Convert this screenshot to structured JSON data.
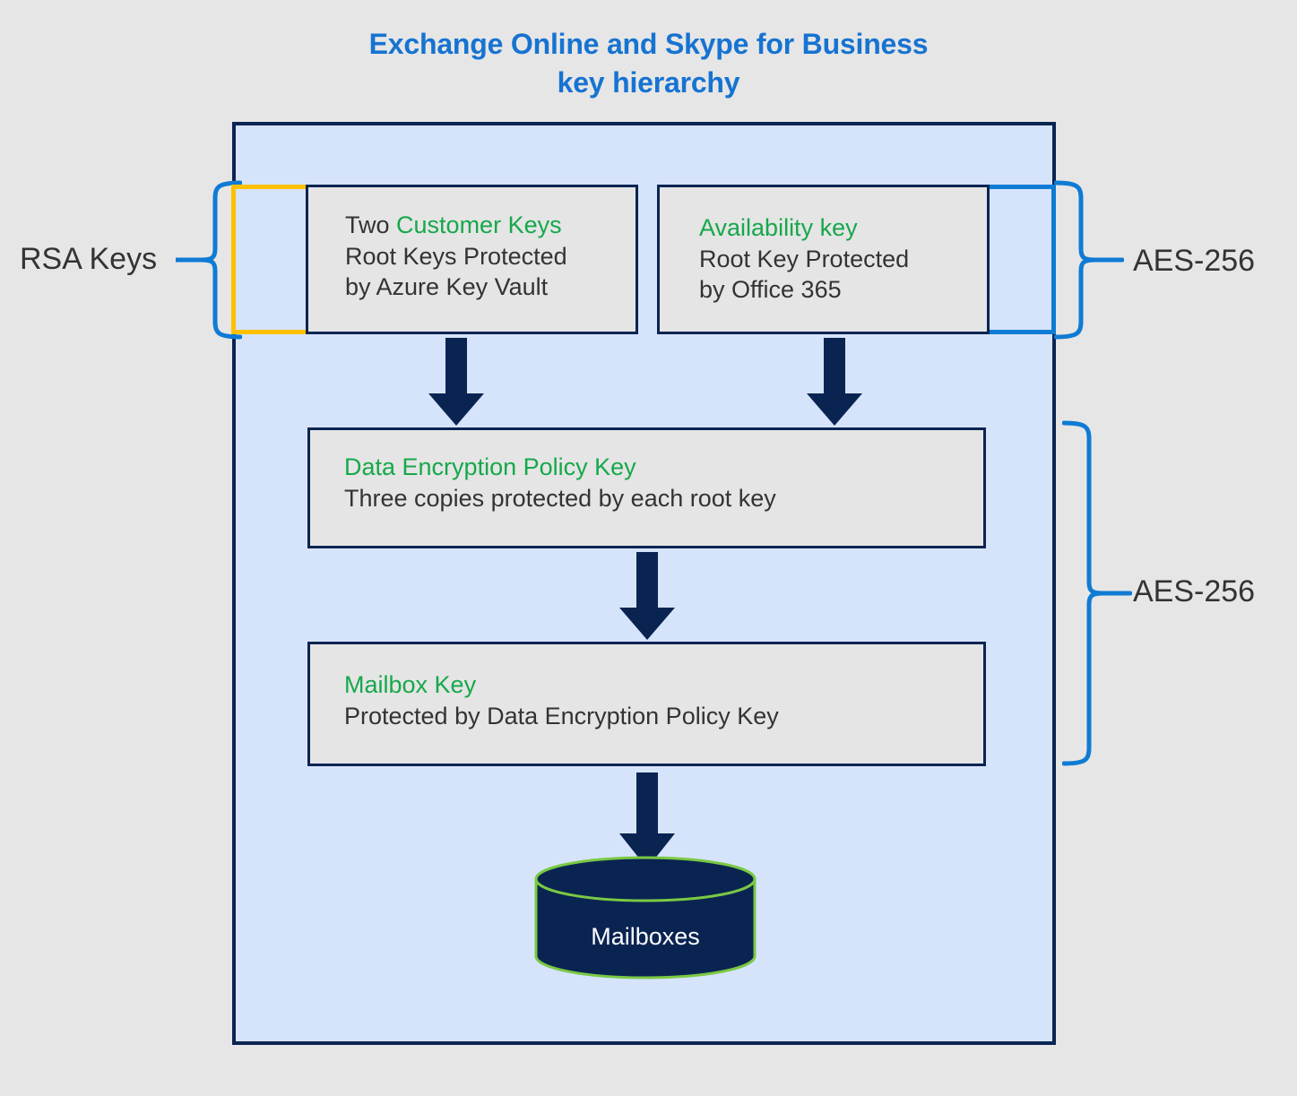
{
  "diagram": {
    "title_line1": "Exchange Online and Skype for Business",
    "title_line2": "key hierarchy",
    "title_color": "#1673d1",
    "background_color": "#e6e6e6",
    "container_fill": "#d6e4fb",
    "container_border_color": "#0a2452",
    "panel_fill": "#e5e5e5",
    "accent_green": "#16a84b",
    "accent_yellow": "#ffc000",
    "accent_blue": "#0f7bd4",
    "arrow_color": "#0a2452"
  },
  "boxes": {
    "customer_keys": {
      "outline_color": "#ffc000",
      "line1_prefix": "Two ",
      "line1_highlight": "Customer Keys",
      "line2": "Root Keys Protected",
      "line3": "by Azure Key Vault"
    },
    "availability_key": {
      "outline_color": "#0f7bd4",
      "line1_highlight": "Availability key",
      "line2": "Root Key Protected",
      "line3": "by Office 365"
    },
    "data_encryption_policy_key": {
      "line1_highlight": "Data Encryption Policy Key",
      "line2": "Three copies protected by each root key"
    },
    "mailbox_key": {
      "line1_highlight": "Mailbox Key",
      "line2": "Protected by Data Encryption Policy Key"
    },
    "mailboxes_store": {
      "label": "Mailboxes",
      "fill": "#0a2452",
      "outline": "#7ac943"
    }
  },
  "annotations": {
    "left_brace_label": "RSA Keys",
    "right_brace_top_label": "AES-256",
    "right_brace_bottom_label": "AES-256",
    "brace_color": "#0f7bd4"
  },
  "arrows": {
    "customer_to_dep": "arrow-down",
    "availability_to_dep": "arrow-down",
    "dep_to_mailbox": "arrow-down",
    "mailbox_to_store": "arrow-down"
  }
}
